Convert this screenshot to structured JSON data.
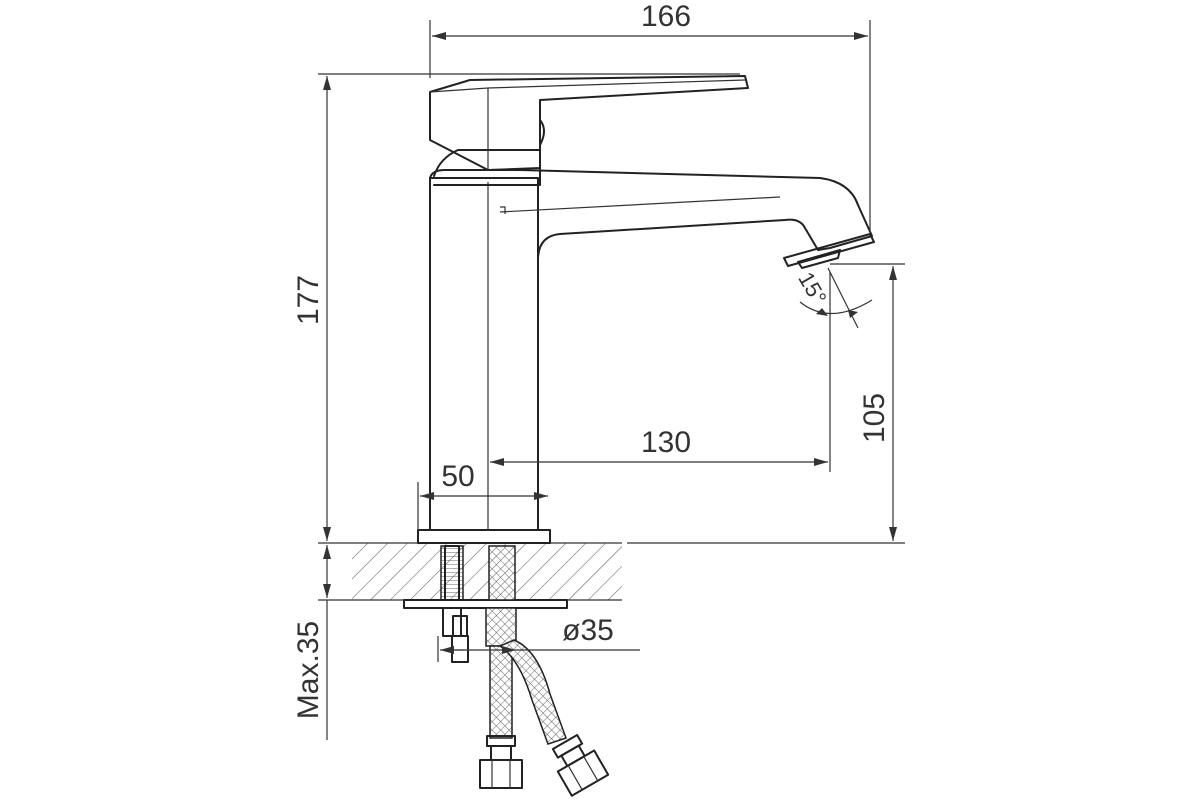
{
  "drawing": {
    "dimensions": {
      "width_total": "166",
      "height_total": "177",
      "spout_height": "105",
      "spout_reach": "130",
      "body_width": "50",
      "hose_diameter": "ø35",
      "aerator_angle": "15°",
      "max_countertop": "Max.35"
    }
  }
}
